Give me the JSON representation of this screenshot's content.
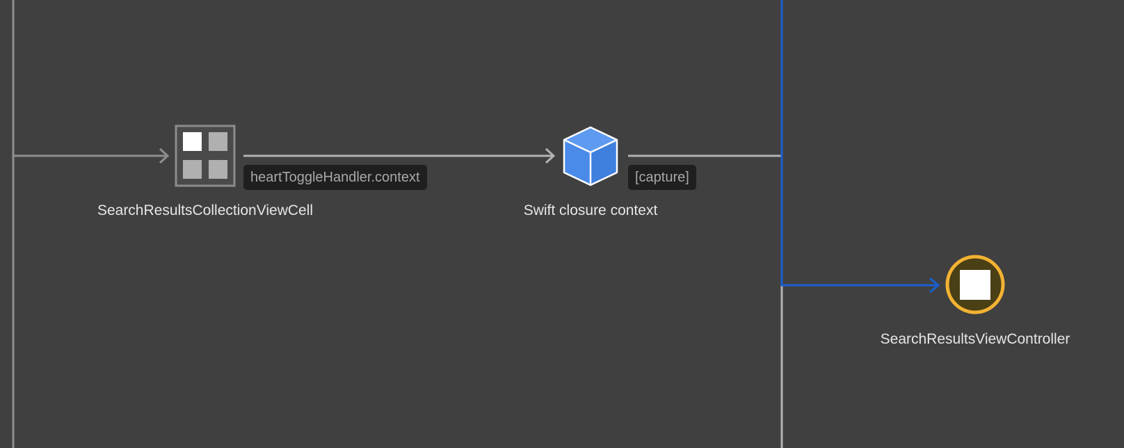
{
  "nodes": {
    "cell": {
      "label": "SearchResultsCollectionViewCell",
      "icon": "grid-icon"
    },
    "closure": {
      "label": "Swift closure context",
      "icon": "cube-icon"
    },
    "controller": {
      "label": "SearchResultsViewController",
      "icon": "root-object-icon"
    }
  },
  "edges": {
    "cell_to_closure": {
      "label": "heartToggleHandler.context"
    },
    "closure_to_controller": {
      "label": "[capture]"
    }
  },
  "colors": {
    "background": "#404040",
    "edge": "#b3b3b3",
    "highlight_path": "#1a5fd1",
    "cube": "#4a8ae8",
    "root_ring": "#f2b233",
    "root_fill": "#4a3f15"
  }
}
